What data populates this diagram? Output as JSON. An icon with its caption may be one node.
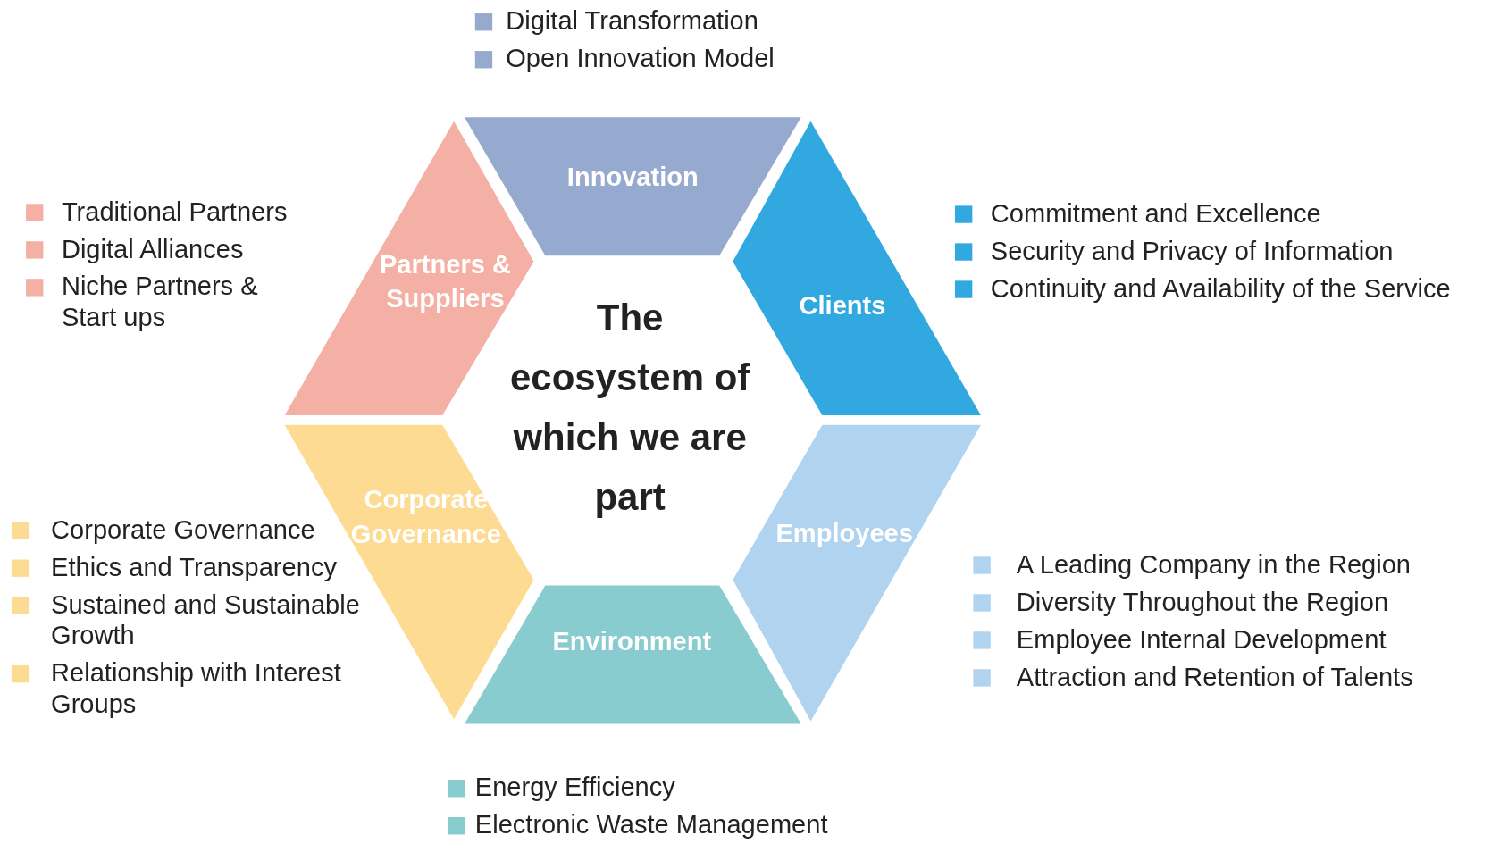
{
  "diagram": {
    "title": "The ecosystem of which we are part",
    "nodes": [
      {
        "text": [
          "Innovation"
        ],
        "beside": [
          "Digital Transformation",
          "Open Innovation Model"
        ]
      },
      {
        "text": [
          "Clients"
        ],
        "beside": [
          "Commitment and Excellence",
          "Security and Privacy of Information",
          "Continuity and Availability of the Service"
        ]
      },
      {
        "text": [
          "Employees"
        ],
        "beside": [
          "A Leading Company in the Region",
          "Diversity Throughout the Region",
          "Employee Internal Development",
          "Attraction and Retention of Talents"
        ]
      },
      {
        "text": [
          "Environment"
        ],
        "beside": [
          "Energy Efficiency",
          "Electronic Waste Management"
        ]
      },
      {
        "text": [
          "Corporate Governance"
        ],
        "beside": [
          "Corporate Governance",
          "Ethics and Transparency",
          "Sustained and Sustainable Growth",
          "Relationship with Interest Groups"
        ]
      },
      {
        "text": [
          "Partners & Suppliers"
        ],
        "beside": [
          "Traditional Partners",
          "Digital Alliances",
          "Niche Partners & Start ups"
        ]
      }
    ],
    "edges": []
  }
}
